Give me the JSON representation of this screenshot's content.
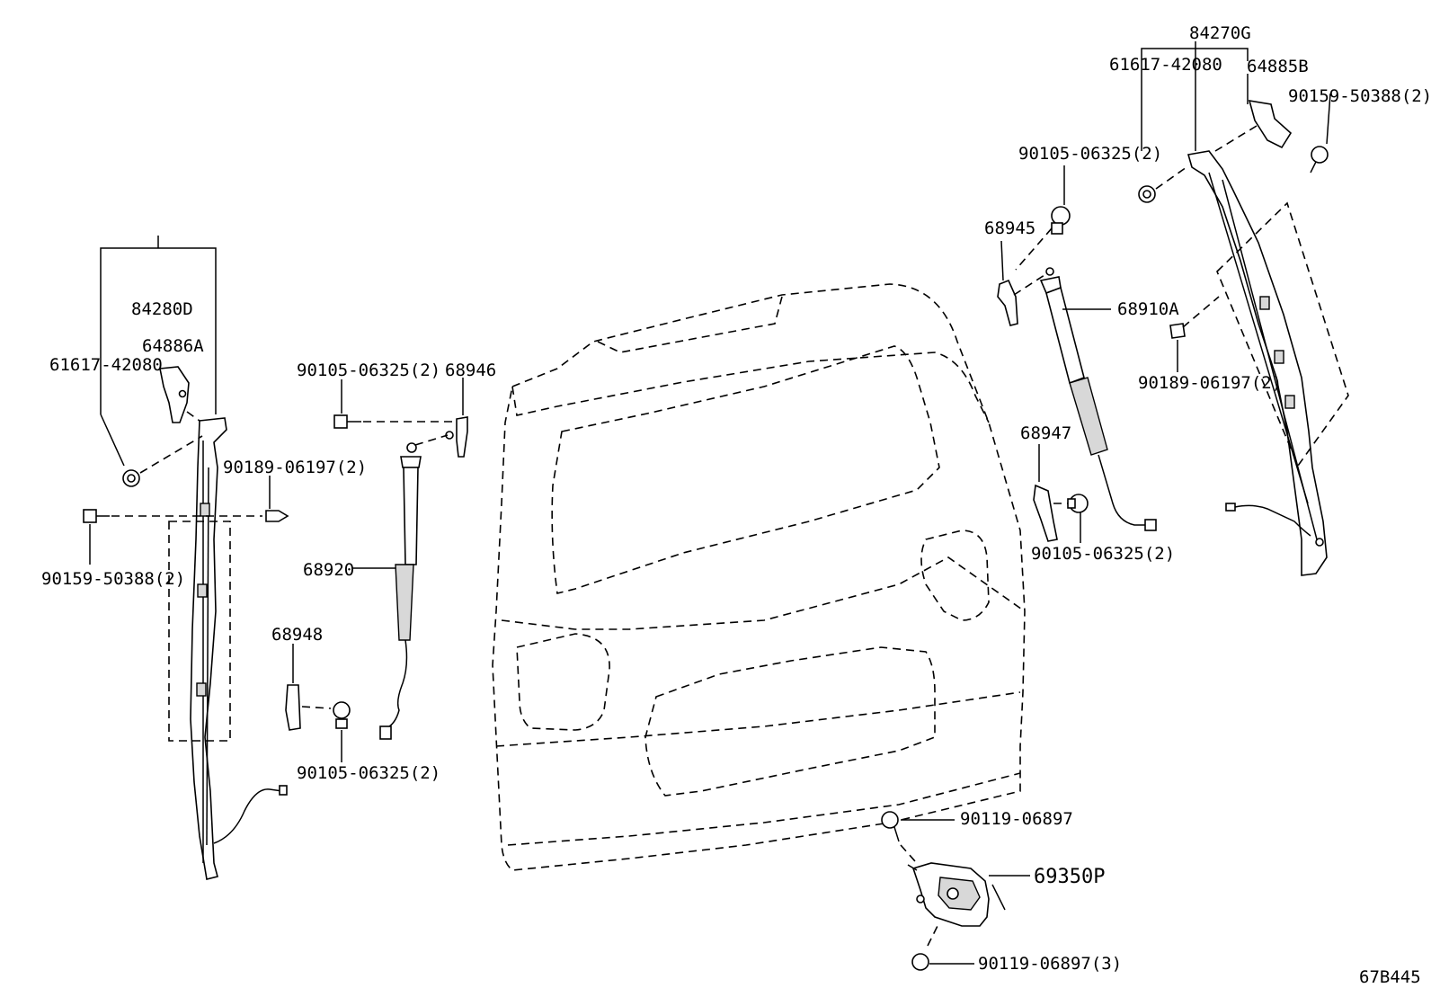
{
  "figure_code": "67B445",
  "labels": {
    "p84270G": "84270G",
    "p61617_right": "61617-42080",
    "p64885B": "64885B",
    "p90159_right": "90159-50388(2)",
    "p90105_top_right": "90105-06325(2)",
    "p68945": "68945",
    "p68910A": "68910A",
    "p90189_right": "90189-06197(2)",
    "p68947": "68947",
    "p90105_mid_right": "90105-06325(2)",
    "p84280D": "84280D",
    "p64886A": "64886A",
    "p61617_left": "61617-42080",
    "p90189_left": "90189-06197(2)",
    "p90159_left": "90159-50388(2)",
    "p90105_top_left": "90105-06325(2)",
    "p68946": "68946",
    "p68920": "68920",
    "p68948": "68948",
    "p90105_bottom_left": "90105-06325(2)",
    "p90119_a": "90119-06897",
    "p69350P": "69350P",
    "p90119_b": "90119-06897(3)"
  }
}
